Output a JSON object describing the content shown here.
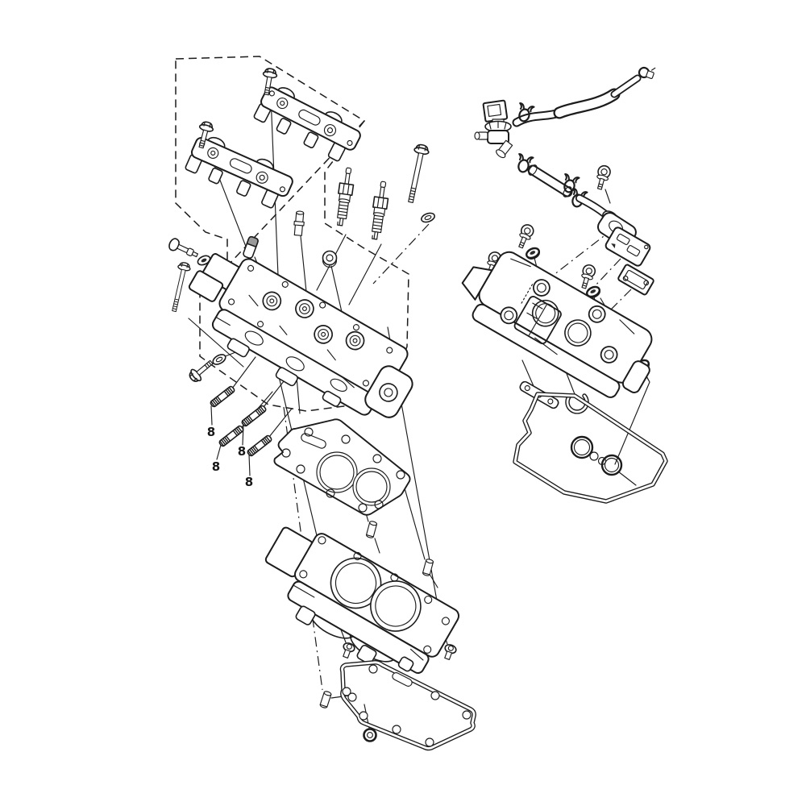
{
  "page": {
    "background_color": "#ffffff",
    "line_color": "#1c1c1c",
    "shade_gray": "#9a9a9a"
  },
  "diagram": {
    "type": "exploded-parts-diagram",
    "subject": "engine-cylinder-head-and-head-cover",
    "callout_labels": [
      {
        "text": "8"
      },
      {
        "text": "8"
      },
      {
        "text": "8"
      },
      {
        "text": "8"
      }
    ],
    "part_groups": {
      "left_assembly": [
        "camshaft-holder",
        "holder-flange-bolt",
        "spark-plug",
        "cylinder-head-bolt",
        "plain-washer",
        "shoulder-bolt",
        "valve-stem-cap",
        "valve-guide",
        "cap-nut",
        "cylinder-head",
        "flange-bolt",
        "stud-bolt",
        "cylinder-head-gasket",
        "dowel-pin",
        "cylinder-block",
        "blind-plug",
        "o-ring",
        "cylinder-base-gasket"
      ],
      "right_assembly": [
        "air-induction-valve",
        "hose-clamp",
        "molded-air-hose",
        "straight-hose",
        "breather-pipe",
        "socket-bolt",
        "reed-valve-plate",
        "reed-valve",
        "head-cover-bolt",
        "rubber-grommet",
        "cylinder-head-cover",
        "stay-bracket",
        "wire-clamp",
        "head-cover-gasket"
      ]
    }
  }
}
